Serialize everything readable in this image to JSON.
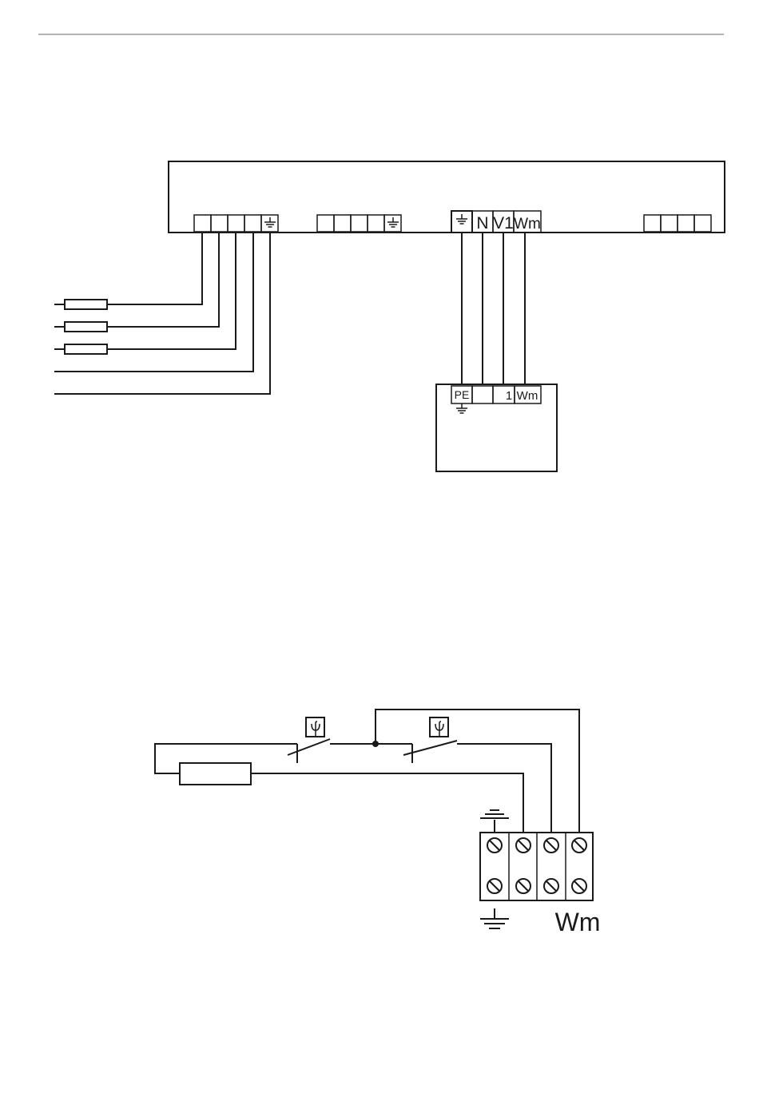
{
  "header": {
    "rule_color": "#b4b4b4"
  },
  "diagram1": {
    "controller_terminals": {
      "n": "N",
      "v1": "V1",
      "wm": "Wm"
    },
    "device_terminals": {
      "pe": "PE",
      "one": "1",
      "wm": "Wm"
    }
  },
  "diagram2": {
    "terminal_label": "Wm"
  },
  "icons": [
    "ground-icon",
    "fuse-icon",
    "thermostat-icon",
    "screw-terminal-icon"
  ]
}
